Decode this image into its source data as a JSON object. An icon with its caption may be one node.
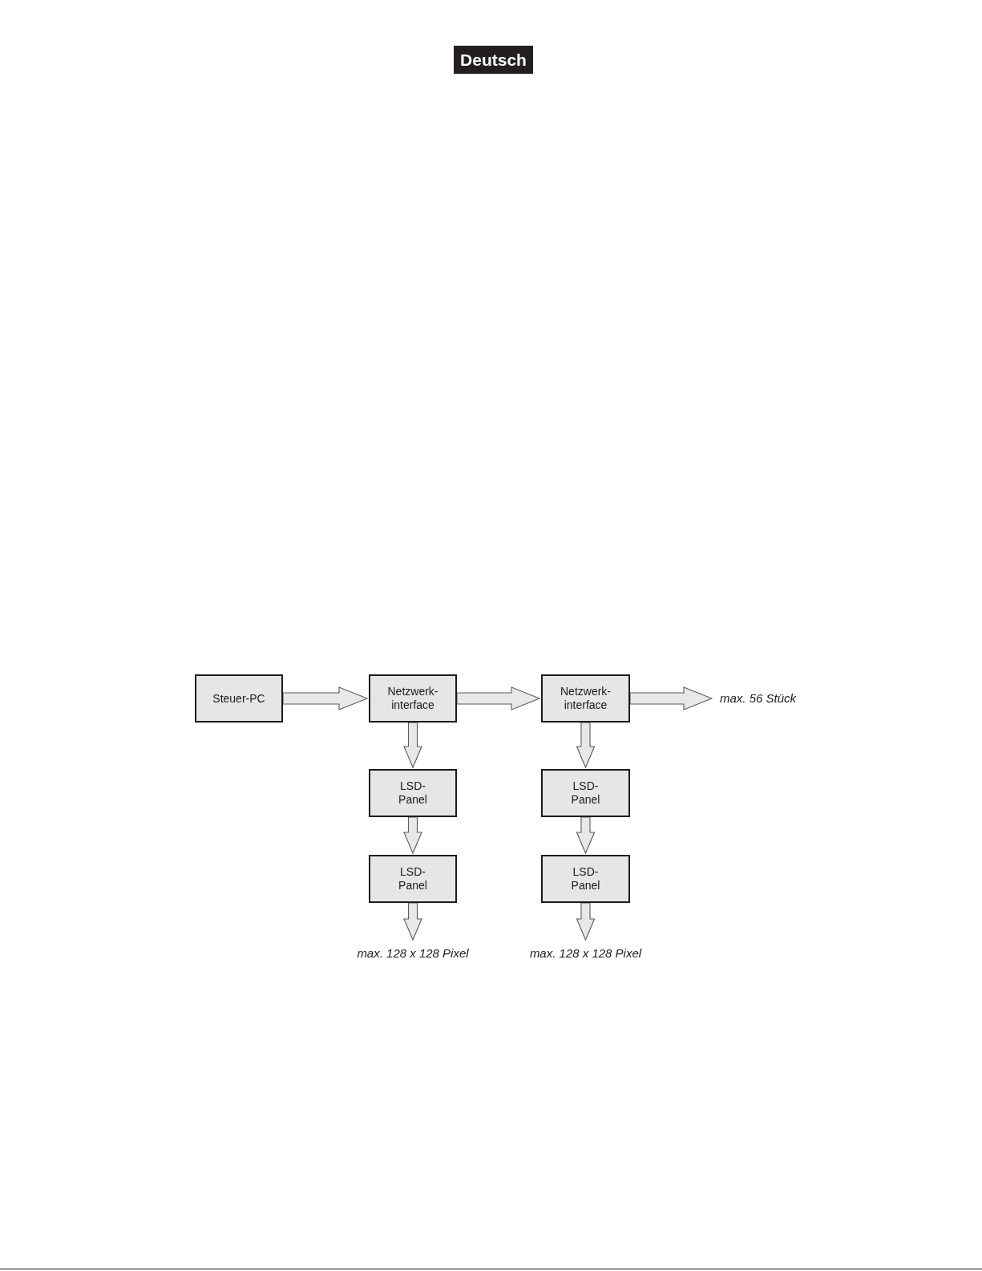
{
  "diagram": {
    "nodes": [
      {
        "text": [
          "Deutsch"
        ]
      },
      {
        "text": [
          "Steuer-PC"
        ]
      },
      {
        "text": [
          "Netzwerk- interface"
        ]
      },
      {
        "text": [
          "Netzwerk- interface"
        ]
      },
      {
        "text": [
          "max. 56 Stück"
        ]
      },
      {
        "text": [
          "LSD- Panel"
        ]
      },
      {
        "text": [
          "LSD- Panel"
        ]
      },
      {
        "text": [
          "LSD- Panel"
        ]
      },
      {
        "text": [
          "LSD- Panel"
        ]
      },
      {
        "text": [
          "max. 128 x 128 Pixel"
        ]
      },
      {
        "text": [
          "max. 128 x 128 Pixel"
        ]
      }
    ],
    "edges": [
      {
        "from": 1,
        "to": 2,
        "arrow": "to"
      },
      {
        "from": 2,
        "to": 3,
        "arrow": "to"
      },
      {
        "from": 3,
        "to": 4,
        "arrow": "to"
      },
      {
        "from": 2,
        "to": 5,
        "arrow": "to"
      },
      {
        "from": 5,
        "to": 7,
        "arrow": "to"
      },
      {
        "from": 7,
        "to": 9,
        "arrow": "to"
      },
      {
        "from": 3,
        "to": 6,
        "arrow": "to"
      },
      {
        "from": 6,
        "to": 8,
        "arrow": "to"
      },
      {
        "from": 8,
        "to": 10,
        "arrow": "to"
      }
    ]
  }
}
